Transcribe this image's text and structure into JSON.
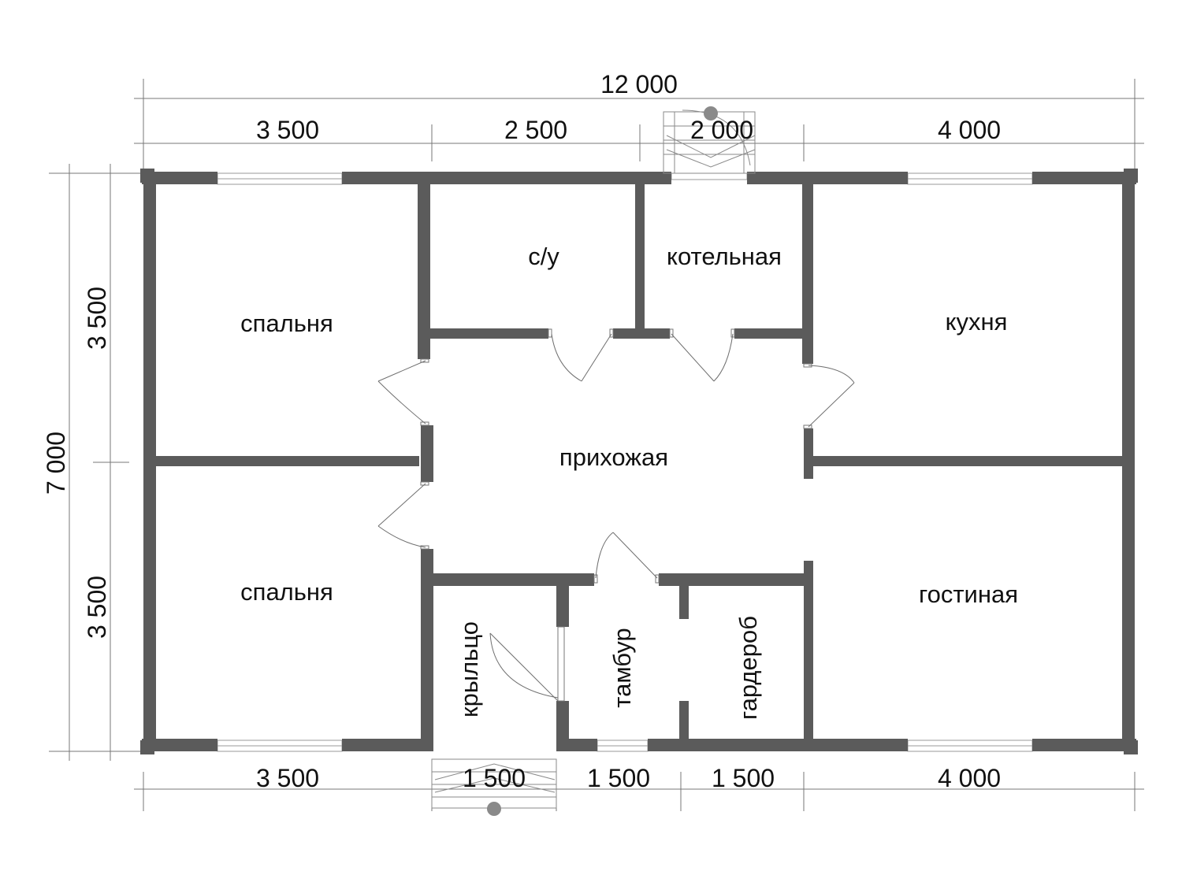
{
  "rooms": {
    "bedroom_top": "спальня",
    "bedroom_bottom": "спальня",
    "bathroom": "с/у",
    "boiler_room": "котельная",
    "kitchen": "кухня",
    "hallway": "прихожая",
    "living_room": "гостиная",
    "porch": "крыльцо",
    "vestibule": "тамбур",
    "wardrobe": "гардероб"
  },
  "dimensions": {
    "overall_width": "12 000",
    "overall_height": "7 000",
    "top": [
      "3 500",
      "2 500",
      "2 000",
      "4 000"
    ],
    "bottom": [
      "3 500",
      "1 500",
      "1 500",
      "1 500",
      "4 000"
    ],
    "left": [
      "3 500",
      "3 500"
    ]
  },
  "colors": {
    "wall": "#5b5b5b",
    "dimension_line": "#777777",
    "background": "#ffffff"
  }
}
